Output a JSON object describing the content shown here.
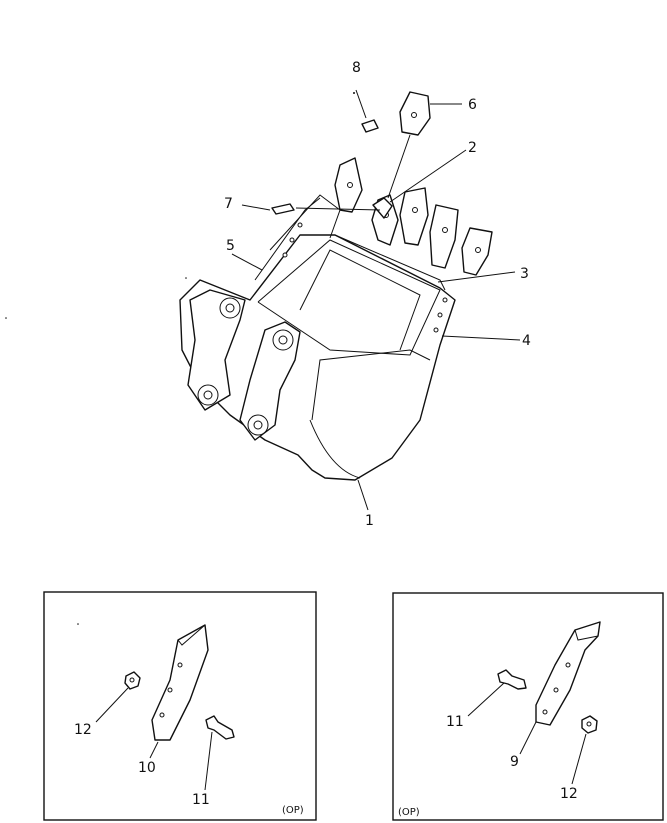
{
  "main_callouts": {
    "c1": "1",
    "c2": "2",
    "c3": "3",
    "c4": "4",
    "c5": "5",
    "c6": "6",
    "c7": "7",
    "c8": "8"
  },
  "inset_left": {
    "callout_12": "12",
    "callout_10": "10",
    "callout_11": "11",
    "tag": "(OP)"
  },
  "inset_right": {
    "callout_11": "11",
    "callout_9": "9",
    "callout_12": "12",
    "tag": "(OP)"
  }
}
